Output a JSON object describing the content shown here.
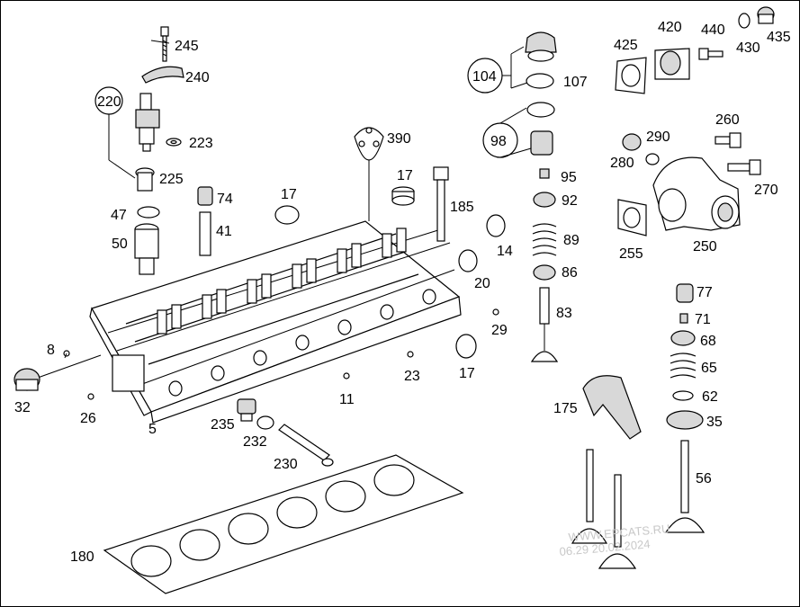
{
  "diagram": {
    "labels": {
      "l245": "245",
      "l240": "240",
      "l220": "220",
      "l223": "223",
      "l225": "225",
      "l47": "47",
      "l50": "50",
      "l74": "74",
      "l41": "41",
      "l17a": "17",
      "l390": "390",
      "l17b": "17",
      "l185": "185",
      "l14": "14",
      "l20": "20",
      "l29": "29",
      "l23": "23",
      "l17c": "17",
      "l8": "8",
      "l26": "26",
      "l32": "32",
      "l5": "5",
      "l11": "11",
      "l235": "235",
      "l232": "232",
      "l230": "230",
      "l180": "180",
      "l104": "104",
      "l107": "107",
      "l98": "98",
      "l95": "95",
      "l92": "92",
      "l89": "89",
      "l86": "86",
      "l83": "83",
      "l425": "425",
      "l420": "420",
      "l440": "440",
      "l430": "430",
      "l435": "435",
      "l290": "290",
      "l280": "280",
      "l260": "260",
      "l270": "270",
      "l255": "255",
      "l250": "250",
      "l77": "77",
      "l71": "71",
      "l68": "68",
      "l65": "65",
      "l62": "62",
      "l35": "35",
      "l175": "175",
      "l56": "56"
    },
    "watermark": {
      "line1": "WWW.EPCATS.RU",
      "line2": "06.29 20.02.2024"
    }
  }
}
